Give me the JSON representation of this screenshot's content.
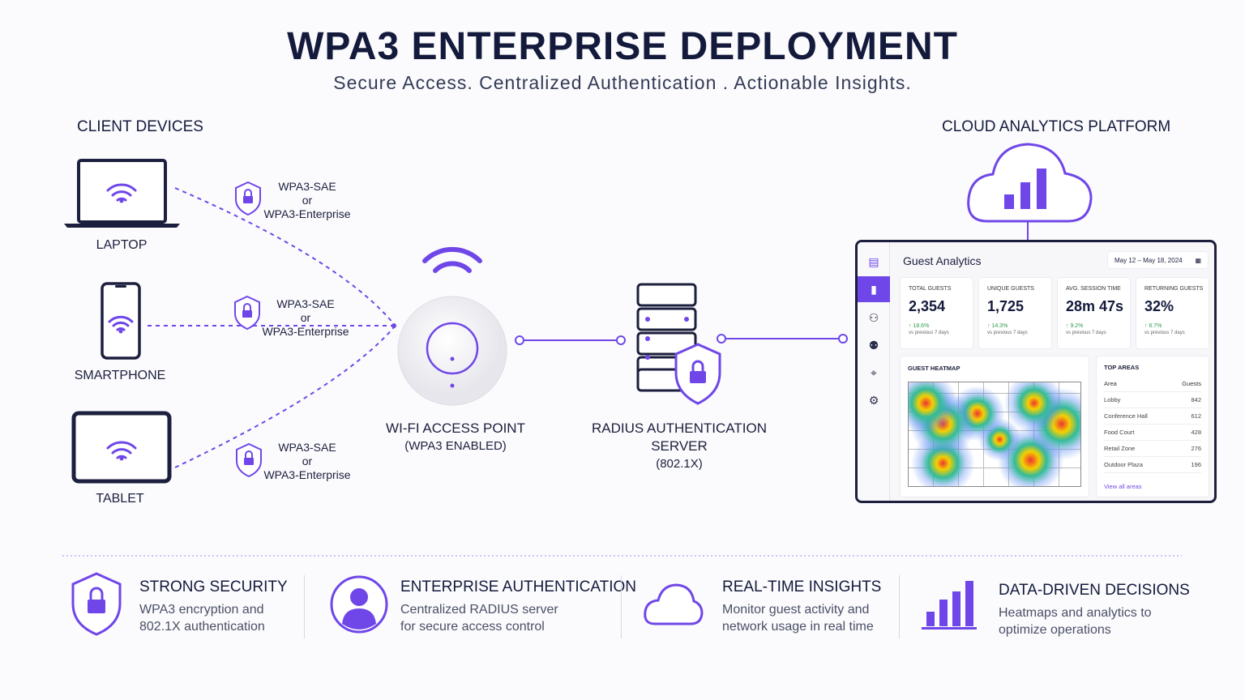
{
  "title": "WPA3 ENTERPRISE DEPLOYMENT",
  "subtitle": "Secure Access. Centralized Authentication . Actionable Insights.",
  "colors": {
    "accent": "#6f47e8",
    "navy": "#1c1f3d",
    "positive": "#2e9b4f"
  },
  "client_devices": {
    "heading": "CLIENT DEVICES",
    "devices": [
      {
        "label": "LAPTOP",
        "icon": "laptop-wifi-icon"
      },
      {
        "label": "SMARTPHONE",
        "icon": "smartphone-wifi-icon"
      },
      {
        "label": "TABLET",
        "icon": "tablet-wifi-icon"
      }
    ]
  },
  "protocols": [
    {
      "line1": "WPA3-SAE",
      "line2": "or",
      "line3": "WPA3-Enterprise"
    },
    {
      "line1": "WPA3-SAE",
      "line2": "or",
      "line3": "WPA3-Enterprise"
    },
    {
      "line1": "WPA3-SAE",
      "line2": "or",
      "line3": "WPA3-Enterprise"
    }
  ],
  "access_point": {
    "label": "WI-FI ACCESS POINT",
    "sub": "(WPA3 ENABLED)"
  },
  "radius": {
    "label": "RADIUS AUTHENTICATION SERVER",
    "sub": "(802.1X)"
  },
  "cloud": {
    "heading": "CLOUD ANALYTICS PLATFORM"
  },
  "dashboard": {
    "title": "Guest Analytics",
    "date_range": "May 12 – May 18, 2024",
    "kpis": [
      {
        "label": "TOTAL GUESTS",
        "value": "2,354",
        "change": "↑ 18.6%",
        "sub": "vs previous 7 days"
      },
      {
        "label": "UNIQUE GUESTS",
        "value": "1,725",
        "change": "↑ 14.3%",
        "sub": "vs previous 7 days"
      },
      {
        "label": "AVG. SESSION TIME",
        "value": "28m 47s",
        "change": "↑ 9.2%",
        "sub": "vs previous 7 days"
      },
      {
        "label": "RETURNING GUESTS",
        "value": "32%",
        "change": "↑ 6.7%",
        "sub": "vs previous 7 days"
      }
    ],
    "heatmap_title": "GUEST HEATMAP",
    "top_areas": {
      "title": "TOP AREAS",
      "col_area": "Area",
      "col_guests": "Guests",
      "rows": [
        {
          "area": "Lobby",
          "guests": "842"
        },
        {
          "area": "Conference Hall",
          "guests": "612"
        },
        {
          "area": "Food Court",
          "guests": "428"
        },
        {
          "area": "Retail Zone",
          "guests": "276"
        },
        {
          "area": "Outdoor Plaza",
          "guests": "196"
        }
      ],
      "link": "View all areas"
    }
  },
  "features": [
    {
      "title": "STRONG SECURITY",
      "line1": "WPA3 encryption and",
      "line2": "802.1X authentication"
    },
    {
      "title": "ENTERPRISE AUTHENTICATION",
      "line1": "Centralized RADIUS server",
      "line2": "for secure access control"
    },
    {
      "title": "REAL-TIME INSIGHTS",
      "line1": "Monitor guest activity and",
      "line2": "network usage in real time"
    },
    {
      "title": "DATA-DRIVEN DECISIONS",
      "line1": "Heatmaps and analytics to",
      "line2": "optimize operations"
    }
  ]
}
